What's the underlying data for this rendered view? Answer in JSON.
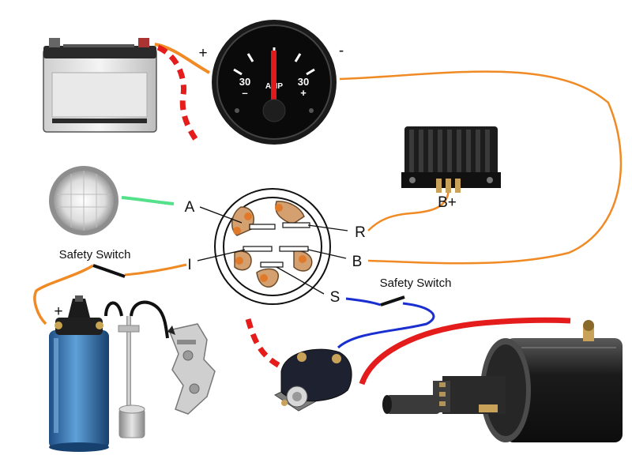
{
  "gauge": {
    "scale_left": "30",
    "scale_right": "30",
    "scale_zero": "0",
    "unit": "AMP",
    "minus_mark": "–",
    "plus_mark": "+"
  },
  "labels": {
    "ammeter_plus": "+",
    "ammeter_minus": "-",
    "regulator_output": "B+",
    "terminal_A": "A",
    "terminal_R": "R",
    "terminal_I": "I",
    "terminal_B": "B",
    "terminal_S": "S",
    "coil_plus": "+",
    "safety_switch_ignition": "Safety Switch",
    "safety_switch_start": "Safety Switch"
  },
  "wire_colors": {
    "positive_heavy": "#e41c1c",
    "charge": "#f08a24",
    "light": "#55e08a",
    "start_signal": "#1a2fd0",
    "ignition": "#111111"
  },
  "components": [
    "battery-icon",
    "ammeter-gauge-icon",
    "voltage-regulator-icon",
    "headlight-icon",
    "ignition-switch-icon",
    "ignition-coil-icon",
    "condenser-icon",
    "breaker-points-icon",
    "starter-solenoid-icon",
    "starter-motor-icon"
  ]
}
